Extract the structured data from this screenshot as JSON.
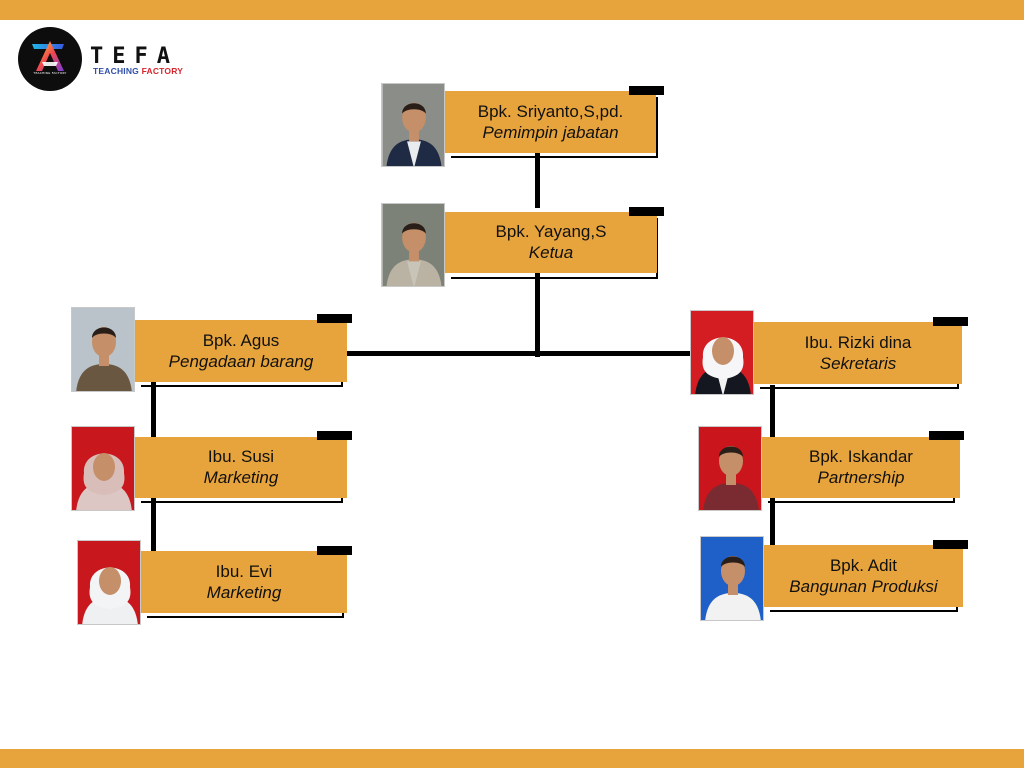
{
  "logo": {
    "wordmark": "TEFA",
    "sub_teaching": "TEACHING",
    "sub_factory": "FACTORY",
    "badge_text": "TEACHING FACTORY"
  },
  "colors": {
    "accent": "#e8a43c",
    "line": "#000000",
    "background": "#ffffff"
  },
  "members": [
    {
      "name": "Bpk. Sriyanto,S,pd.",
      "role": "Pemimpin jabatan",
      "photo_bg": "#8a8d88",
      "shirt": "#e9ecef",
      "jacket": "#1f2b44",
      "hijab": ""
    },
    {
      "name": "Bpk. Yayang,S",
      "role": "Ketua",
      "photo_bg": "#7d8278",
      "shirt": "#c9c4b8",
      "jacket": "#bab3a3",
      "hijab": ""
    },
    {
      "name": "Bpk. Agus",
      "role": "Pengadaan barang",
      "photo_bg": "#b9c3c9",
      "shirt": "#6a5741",
      "jacket": "#6a5741",
      "hijab": ""
    },
    {
      "name": "Ibu. Susi",
      "role": "Marketing",
      "photo_bg": "#c8181e",
      "shirt": "#ddc7c4",
      "jacket": "#ddc7c4",
      "hijab": "#d9bdb9"
    },
    {
      "name": "Ibu. Evi",
      "role": "Marketing",
      "photo_bg": "#c8181e",
      "shirt": "#eef0f2",
      "jacket": "#eef0f2",
      "hijab": "#f3f4f6"
    },
    {
      "name": "Ibu. Rizki dina",
      "role": "Sekretaris",
      "photo_bg": "#d31d22",
      "shirt": "#f2f2f2",
      "jacket": "#141620",
      "hijab": "#f6f6f8"
    },
    {
      "name": "Bpk. Iskandar",
      "role": "Partnership",
      "photo_bg": "#c9151b",
      "shirt": "#7a2b32",
      "jacket": "#7a2b32",
      "hijab": ""
    },
    {
      "name": "Bpk. Adit",
      "role": "Bangunan Produksi",
      "photo_bg": "#1f5fc8",
      "shirt": "#f2f2f2",
      "jacket": "#f2f2f2",
      "hijab": ""
    }
  ]
}
